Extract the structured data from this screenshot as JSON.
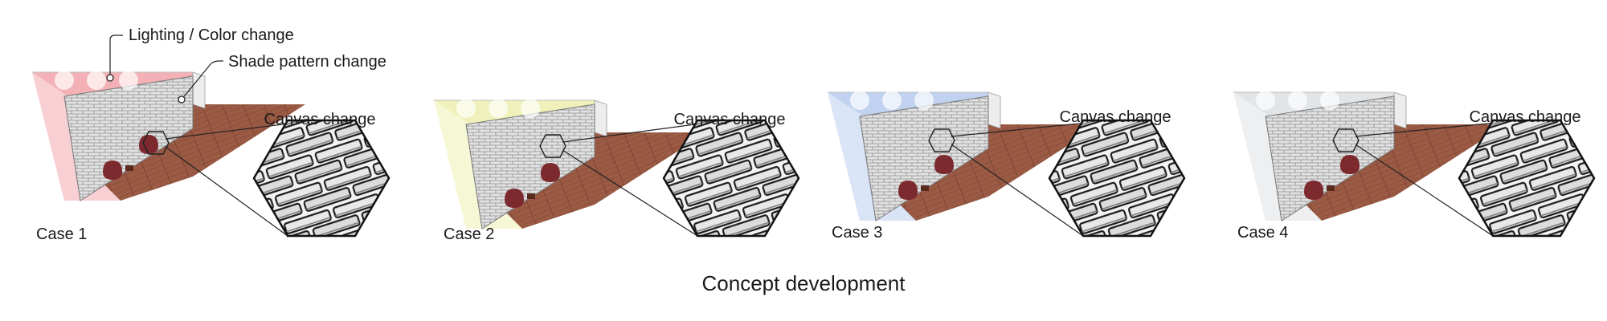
{
  "figure": {
    "title": "Concept development",
    "callouts": {
      "lighting": "Lighting / Color change",
      "shade": "Shade pattern change"
    },
    "cases": [
      {
        "label": "Case 1",
        "zoom_label": "Canvas change",
        "light_color": "#f2a7ad",
        "floor_color": "#9a5a44"
      },
      {
        "label": "Case 2",
        "zoom_label": "Canvas change",
        "light_color": "#eef0b2",
        "floor_color": "#9a5a44"
      },
      {
        "label": "Case 3",
        "zoom_label": "Canvas change",
        "light_color": "#b9cdee",
        "floor_color": "#9a5a44"
      },
      {
        "label": "Case 4",
        "zoom_label": "Canvas change",
        "light_color": "#dfe2e6",
        "floor_color": "#9a5a44"
      }
    ]
  }
}
